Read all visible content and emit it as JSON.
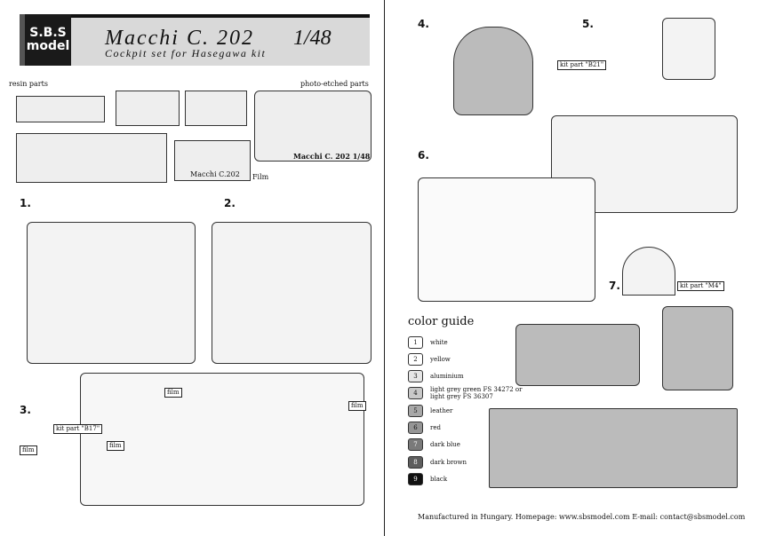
{
  "header": {
    "logo_line1": "S.B.S",
    "logo_line2": "model",
    "title": "Macchi C. 202",
    "scale": "1/48",
    "subtitle": "Cockpit set for Hasegawa kit"
  },
  "parts": {
    "resin_label": "resin parts",
    "pe_label": "photo-etched parts",
    "pe_fret_text": "Macchi C. 202   1/48",
    "film_text": "Macchi C.202",
    "film_label": "Film"
  },
  "steps": {
    "s1": "1.",
    "s2": "2.",
    "s3": "3.",
    "s4": "4.",
    "s5": "5.",
    "s6": "6.",
    "s7": "7."
  },
  "callouts": {
    "kit_b21": "kit part \"B21\"",
    "kit_m4": "kit part \"M4\"",
    "kit_b17": "kit part \"B17\"",
    "film": "film"
  },
  "color_guide": {
    "title": "color guide",
    "items": [
      {
        "n": "1",
        "label": "white",
        "color": "#ffffff"
      },
      {
        "n": "2",
        "label": "yellow",
        "color": "#ffffff"
      },
      {
        "n": "3",
        "label": "aluminium",
        "color": "#e6e6e6"
      },
      {
        "n": "4",
        "label": "light grey green FS 34272 or light grey FS 36307",
        "color": "#c8c8c8"
      },
      {
        "n": "5",
        "label": "leather",
        "color": "#a8a8a8"
      },
      {
        "n": "6",
        "label": "red",
        "color": "#959595"
      },
      {
        "n": "7",
        "label": "dark blue",
        "color": "#7a7a7a"
      },
      {
        "n": "8",
        "label": "dark brown",
        "color": "#5e5e5e"
      },
      {
        "n": "9",
        "label": "black",
        "color": "#111111"
      }
    ]
  },
  "footer": "Manufactured in Hungary.  Homepage: www.sbsmodel.com  E-mail: contact@sbsmodel.com"
}
